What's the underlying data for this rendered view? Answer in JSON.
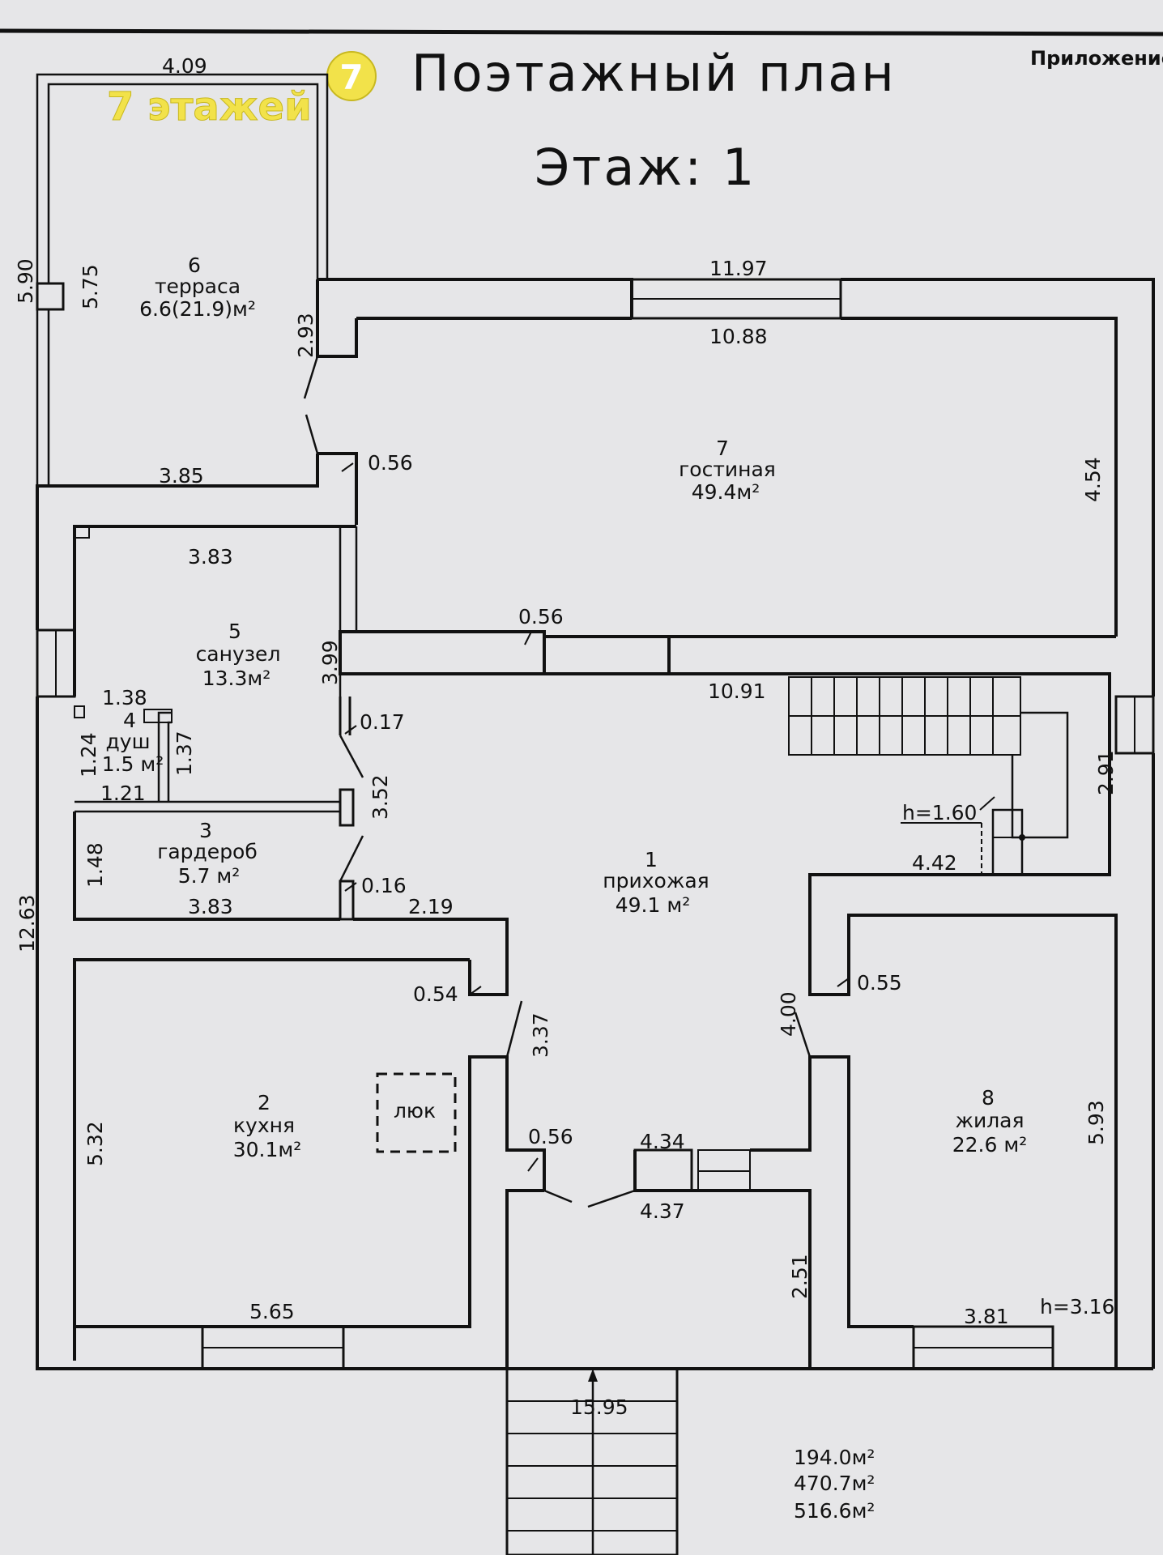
{
  "header": {
    "title": "Поэтажный план",
    "floor": "Этаж: 1",
    "corner_note": "Приложение"
  },
  "watermark": {
    "text": "7 этажей",
    "logo_glyph": "7",
    "color": "#f2e24a"
  },
  "rooms": [
    {
      "num": "1",
      "name": "прихожая",
      "area": "49.1 м²"
    },
    {
      "num": "2",
      "name": "кухня",
      "area": "30.1м²"
    },
    {
      "num": "3",
      "name": "гардероб",
      "area": "5.7 м²"
    },
    {
      "num": "4",
      "name": "душ",
      "area": "1.5 м²"
    },
    {
      "num": "5",
      "name": "санузел",
      "area": "13.3м²"
    },
    {
      "num": "6",
      "name": "терраса",
      "area": "6.6(21.9)м²"
    },
    {
      "num": "7",
      "name": "гостиная",
      "area": "49.4м²"
    },
    {
      "num": "8",
      "name": "жилая",
      "area": "22.6 м²"
    }
  ],
  "dimensions": {
    "d409": "4.09",
    "d590": "5.90",
    "d575": "5.75",
    "d293": "2.93",
    "d385": "3.85",
    "d056a": "0.56",
    "d1197": "11.97",
    "d1088": "10.88",
    "d454": "4.54",
    "d383a": "3.83",
    "d056b": "0.56",
    "d399": "3.99",
    "d1091": "10.91",
    "d017": "0.17",
    "d138": "1.38",
    "d124": "1.24",
    "d137": "1.37",
    "d121": "1.21",
    "d352": "3.52",
    "d291": "2.91",
    "d148": "1.48",
    "d383b": "3.83",
    "d016": "0.16",
    "d219": "2.19",
    "d442": "4.42",
    "d1263": "12.63",
    "d054": "0.54",
    "d337": "3.37",
    "d400": "4.00",
    "d055": "0.55",
    "d532": "5.32",
    "d056c": "0.56",
    "d434": "4.34",
    "d437": "4.37",
    "d593": "5.93",
    "d251": "2.51",
    "d565": "5.65",
    "d381": "3.81",
    "d1595": "15.95"
  },
  "heights": {
    "stair": "h=1.60",
    "room8": "h=3.16"
  },
  "hatch_label": "люк",
  "totals": [
    "194.0м²",
    "470.7м²",
    "516.6м²"
  ]
}
